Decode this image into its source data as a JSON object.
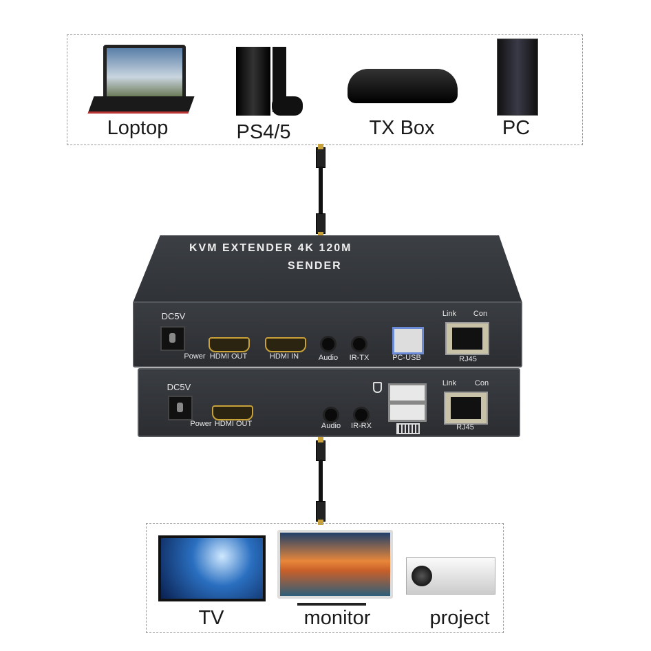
{
  "sources": {
    "items": [
      {
        "label": "Loptop"
      },
      {
        "label": "PS4/5"
      },
      {
        "label": "TX Box"
      },
      {
        "label": "PC"
      }
    ]
  },
  "sender": {
    "top_title": "KVM EXTENDER 4K 120M",
    "top_subtitle": "SENDER",
    "ports": {
      "dc": "DC5V",
      "power": "Power",
      "hdmi_out": "HDMI OUT",
      "hdmi_in": "HDMI IN",
      "audio": "Audio",
      "ir": "IR-TX",
      "usb": "PC-USB",
      "link": "Link",
      "con": "Con",
      "rj45": "RJ45"
    }
  },
  "receiver": {
    "ports": {
      "dc": "DC5V",
      "power": "Power",
      "hdmi_out": "HDMI OUT",
      "audio": "Audio",
      "ir": "IR-RX",
      "link": "Link",
      "con": "Con",
      "rj45": "RJ45"
    }
  },
  "displays": {
    "items": [
      {
        "label": "TV"
      },
      {
        "label": "monitor"
      },
      {
        "label": "project"
      }
    ]
  },
  "colors": {
    "device_body": "#2e3035",
    "hdmi_gold": "#c9a23a"
  }
}
